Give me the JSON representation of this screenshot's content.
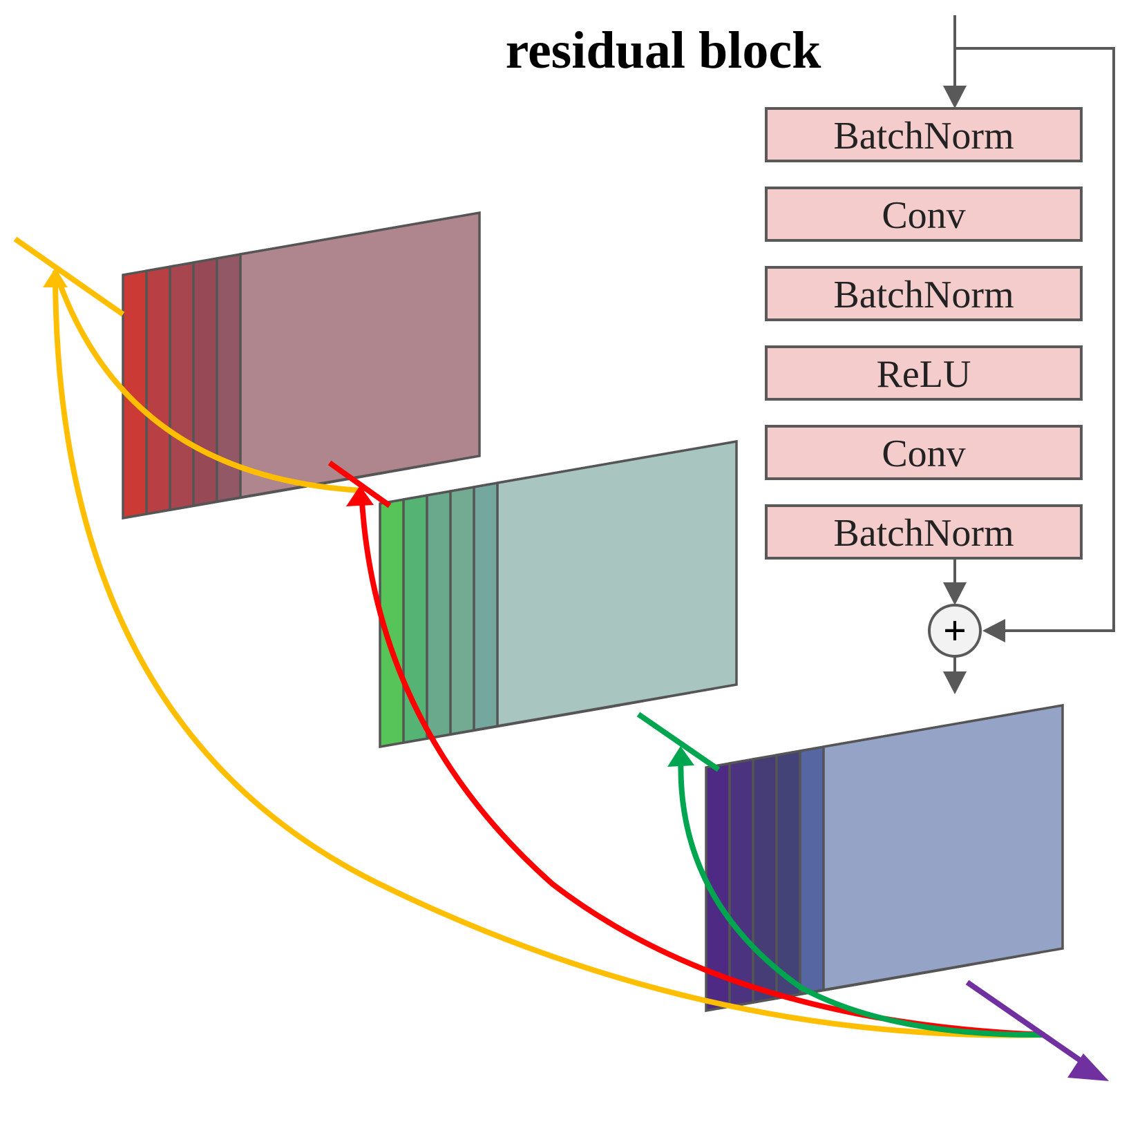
{
  "title": "residual block",
  "residual_block": {
    "layers": [
      {
        "label": "BatchNorm"
      },
      {
        "label": "Conv"
      },
      {
        "label": "BatchNorm"
      },
      {
        "label": "ReLU"
      },
      {
        "label": "Conv"
      },
      {
        "label": "BatchNorm"
      }
    ],
    "sum_symbol": "+"
  },
  "stacks": [
    {
      "name": "red-stack",
      "colors": [
        "#cc3a35",
        "#b83f44",
        "#a7464e",
        "#974a55",
        "#935866",
        "#b0868e"
      ]
    },
    {
      "name": "green-stack",
      "colors": [
        "#57c45a",
        "#55b473",
        "#6aa98c",
        "#72ab92",
        "#74a89f",
        "#a8c5bf"
      ]
    },
    {
      "name": "purple-stack",
      "colors": [
        "#4f2a85",
        "#4b3380",
        "#463d76",
        "#434377",
        "#5566a3",
        "#95a3c7"
      ]
    }
  ],
  "connection_colors": {
    "yellow": "#ffbf00",
    "red": "#ff0000",
    "green": "#00a550",
    "purple": "#7030a0"
  }
}
